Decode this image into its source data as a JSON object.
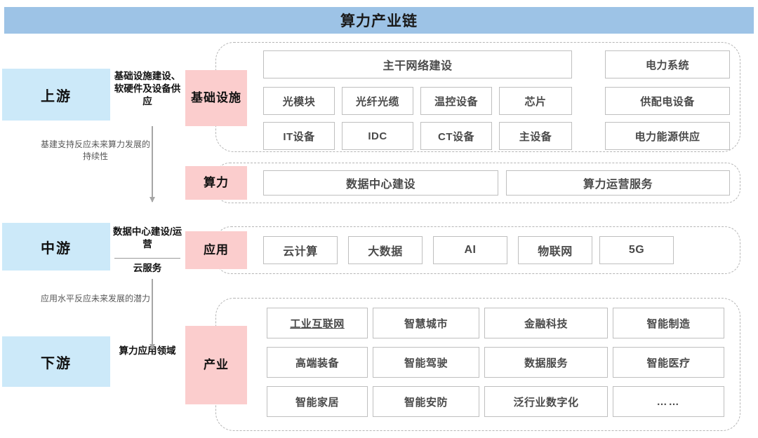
{
  "header": {
    "title": "算力产业链"
  },
  "stages": [
    {
      "id": "up",
      "label": "上游",
      "desc": "基础设施建设、软硬件及设备供应"
    },
    {
      "id": "mid",
      "label": "中游",
      "desc_a": "数据中心建设/运营",
      "desc_b": "云服务"
    },
    {
      "id": "down",
      "label": "下游",
      "desc": "算力应用领域"
    }
  ],
  "connector_notes": [
    {
      "id": "note-1",
      "text": "基建支持反应未来算力发展的持续性"
    },
    {
      "id": "note-2",
      "text": "应用水平反应未来发展的潜力"
    }
  ],
  "groups": {
    "infrastructure": {
      "category_label": "基础设施",
      "wide_cell": "主干网络建设",
      "row_a": [
        "光模块",
        "光纤光缆",
        "温控设备",
        "芯片"
      ],
      "row_b": [
        "IT设备",
        "IDC",
        "CT设备",
        "主设备"
      ],
      "power_column": [
        "电力系统",
        "供配电设备",
        "电力能源供应"
      ]
    },
    "computing": {
      "category_label": "算力",
      "cells": [
        "数据中心建设",
        "算力运营服务"
      ]
    },
    "application": {
      "category_label": "应用",
      "cells": [
        "云计算",
        "大数据",
        "AI",
        "物联网",
        "5G"
      ]
    },
    "industry": {
      "category_label": "产业",
      "row_1": [
        "工业互联网",
        "智慧城市",
        "金融科技",
        "智能制造"
      ],
      "row_2": [
        "高端装备",
        "智能驾驶",
        "数据服务",
        "智能医疗"
      ],
      "row_3": [
        "智能家居",
        "智能安防",
        "泛行业数字化",
        "……"
      ]
    }
  },
  "colors": {
    "header_blue": "#9DC3E6",
    "stage_blue": "#CCE9F9",
    "category_pink": "#FBCDCD",
    "cell_border": "#bfbfbf",
    "dashed_border": "#b5b5b5",
    "arrow_gray": "#a6a6a6"
  }
}
